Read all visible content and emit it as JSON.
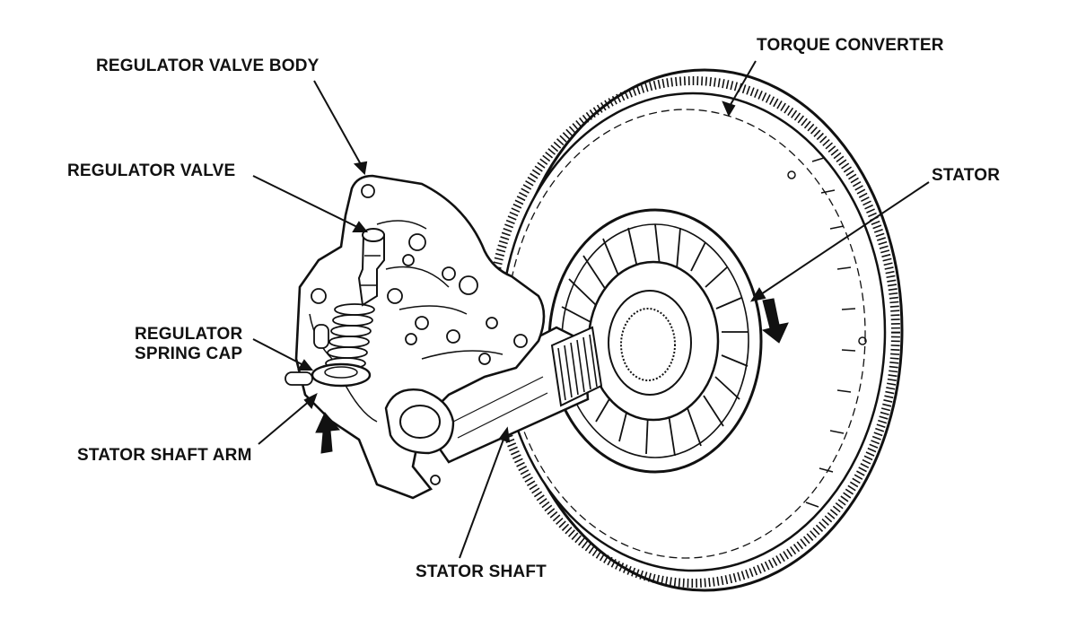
{
  "labels": {
    "torque_converter": "TORQUE CONVERTER",
    "regulator_valve_body": "REGULATOR VALVE BODY",
    "regulator_valve": "REGULATOR VALVE",
    "stator": "STATOR",
    "regulator_spring_cap_line1": "REGULATOR",
    "regulator_spring_cap_line2": "SPRING CAP",
    "stator_shaft_arm": "STATOR SHAFT ARM",
    "stator_shaft": "STATOR SHAFT"
  },
  "colors": {
    "ink": "#111111",
    "background": "#ffffff"
  }
}
